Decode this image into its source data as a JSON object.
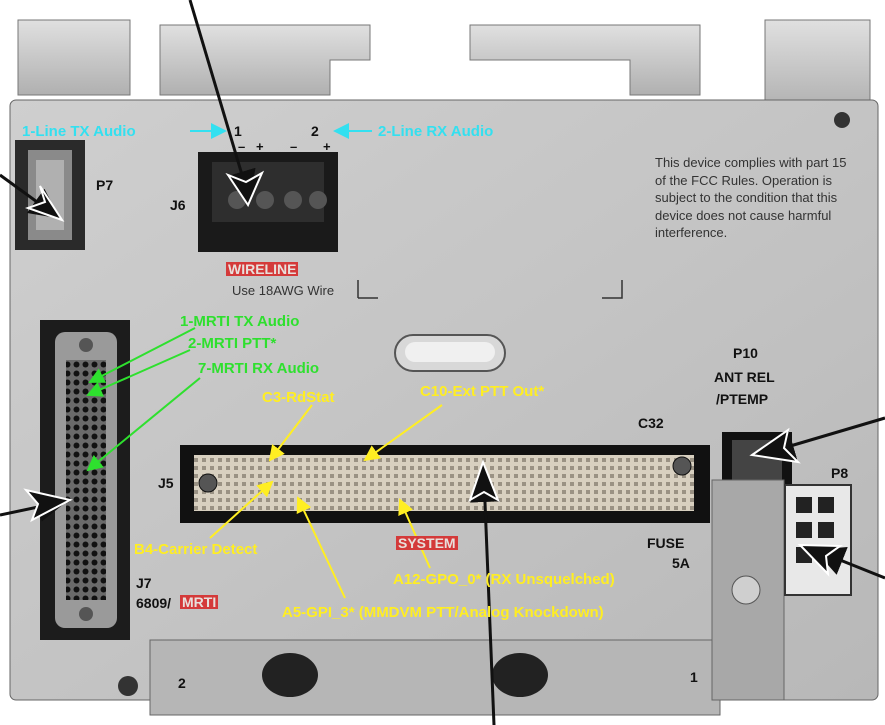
{
  "labels": {
    "line_tx": "1-Line TX Audio",
    "line_rx": "2-Line RX Audio",
    "pin1": "1",
    "pin2": "2",
    "polarity": [
      "–",
      "+",
      "–",
      "+"
    ],
    "p7": "P7",
    "j6": "J6",
    "wireline": "WIRELINE",
    "wire_note": "Use 18AWG Wire",
    "fcc": "This device complies with part 15 of the FCC Rules. Operation is subject to the condition that this device does not cause harmful interference.",
    "mrti_tx": "1-MRTI TX Audio",
    "mrti_ptt": "2-MRTI PTT*",
    "mrti_rx": "7-MRTI RX Audio",
    "c3": "C3-RdStat",
    "c10": "C10-Ext PTT Out*",
    "p10": "P10",
    "ant_rel": "ANT REL",
    "ptemp": "/PTEMP",
    "c32": "C32",
    "j5": "J5",
    "p8": "P8",
    "b4": "B4-Carrier Detect",
    "system": "SYSTEM",
    "fuse": "FUSE",
    "fuse_val": "5A",
    "a12": "A12-GPO_0* (RX Unsquelched)",
    "j7": "J7",
    "j7_model": "6809/",
    "mrti": "MRTI",
    "a5": "A5-GPI_3* (MMDVM PTT/Analog Knockdown)",
    "bottom_left": "2",
    "bottom_right": "1"
  },
  "colors": {
    "cyan_annotation": "#33e0f0",
    "green_annotation": "#2ee02e",
    "yellow_annotation": "#ffee22",
    "red_label": "#d43a3a",
    "panel": "#c8c8c8"
  }
}
